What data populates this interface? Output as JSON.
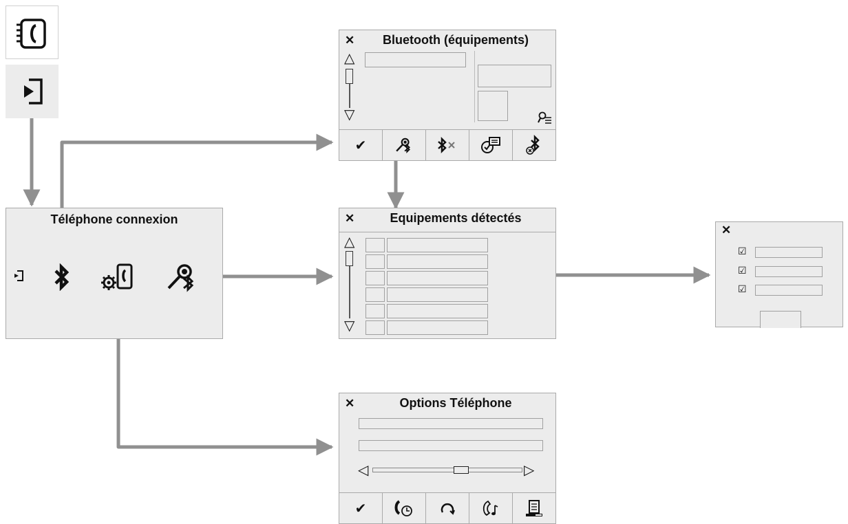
{
  "connexion": {
    "title": "Téléphone connexion"
  },
  "bluetooth": {
    "title": "Bluetooth (équipements)"
  },
  "detected": {
    "title": "Equipements détectés"
  },
  "options": {
    "title": "Options Téléphone",
    "slider_level": 0.6
  },
  "icons": {
    "close": "✕",
    "check": "✔",
    "bluetooth": "✱",
    "checkbox": "☑",
    "up": "△",
    "down": "▽",
    "left": "◁",
    "right": "▷"
  },
  "colors": {
    "arrow": "#909090",
    "panel": "#ececec",
    "border": "#a9a9a9"
  }
}
